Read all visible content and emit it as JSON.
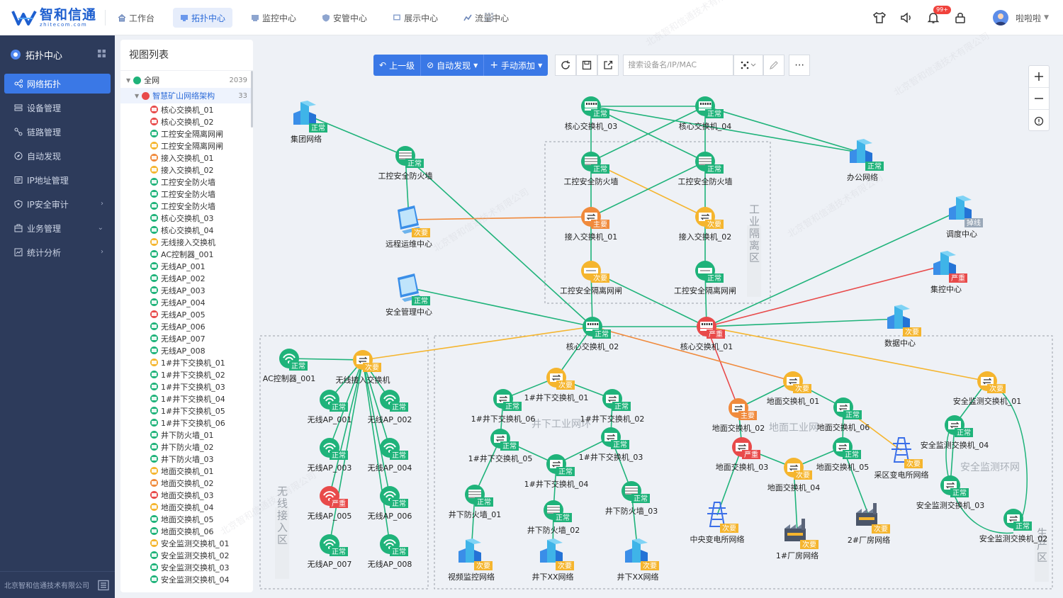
{
  "app": {
    "logo_text": "智和信通",
    "logo_sub": "zhitecom.com",
    "company": "北京智和信通技术有限公司"
  },
  "topnav": [
    {
      "label": "工作台",
      "icon": "home-icon"
    },
    {
      "label": "拓扑中心",
      "icon": "topology-icon",
      "active": true
    },
    {
      "label": "监控中心",
      "icon": "monitor-icon"
    },
    {
      "label": "安管中心",
      "icon": "shield-icon"
    },
    {
      "label": "展示中心",
      "icon": "display-icon"
    },
    {
      "label": "流量中心",
      "icon": "traffic-icon"
    }
  ],
  "user": {
    "name": "啦啦啦",
    "notif_badge": "99+"
  },
  "sidebar": {
    "title": "拓扑中心",
    "items": [
      {
        "label": "网络拓扑",
        "icon": "network-icon",
        "active": true
      },
      {
        "label": "设备管理",
        "icon": "device-icon"
      },
      {
        "label": "链路管理",
        "icon": "link-icon"
      },
      {
        "label": "自动发现",
        "icon": "discover-icon"
      },
      {
        "label": "IP地址管理",
        "icon": "ip-icon"
      },
      {
        "label": "IP安全审计",
        "icon": "audit-icon",
        "arrow": "›"
      },
      {
        "label": "业务管理",
        "icon": "business-icon",
        "arrow": "⌄"
      },
      {
        "label": "统计分析",
        "icon": "stats-icon",
        "arrow": "›"
      }
    ]
  },
  "viewlist": {
    "title": "视图列表",
    "root": {
      "label": "全网",
      "count": "2039"
    },
    "group": {
      "label": "智慧矿山网络架构",
      "count": "33"
    },
    "items": [
      {
        "label": "核心交换机_01",
        "color": "#e84a4a"
      },
      {
        "label": "核心交换机_02",
        "color": "#e84a4a"
      },
      {
        "label": "工控安全隔离网闸",
        "color": "#1fb37a"
      },
      {
        "label": "工控安全隔离网闸",
        "color": "#f5b52e"
      },
      {
        "label": "接入交换机_01",
        "color": "#f08a3c"
      },
      {
        "label": "接入交换机_02",
        "color": "#f5b52e"
      },
      {
        "label": "工控安全防火墙",
        "color": "#1fb37a"
      },
      {
        "label": "工控安全防火墙",
        "color": "#1fb37a"
      },
      {
        "label": "工控安全防火墙",
        "color": "#1fb37a"
      },
      {
        "label": "核心交换机_03",
        "color": "#1fb37a"
      },
      {
        "label": "核心交换机_04",
        "color": "#1fb37a"
      },
      {
        "label": "无线接入交换机",
        "color": "#f5b52e"
      },
      {
        "label": "AC控制器_001",
        "color": "#1fb37a"
      },
      {
        "label": "无线AP_001",
        "color": "#1fb37a"
      },
      {
        "label": "无线AP_002",
        "color": "#1fb37a"
      },
      {
        "label": "无线AP_003",
        "color": "#1fb37a"
      },
      {
        "label": "无线AP_004",
        "color": "#1fb37a"
      },
      {
        "label": "无线AP_005",
        "color": "#e84a4a"
      },
      {
        "label": "无线AP_006",
        "color": "#1fb37a"
      },
      {
        "label": "无线AP_007",
        "color": "#1fb37a"
      },
      {
        "label": "无线AP_008",
        "color": "#1fb37a"
      },
      {
        "label": "1#井下交换机_01",
        "color": "#f5b52e"
      },
      {
        "label": "1#井下交换机_02",
        "color": "#1fb37a"
      },
      {
        "label": "1#井下交换机_03",
        "color": "#1fb37a"
      },
      {
        "label": "1#井下交换机_04",
        "color": "#1fb37a"
      },
      {
        "label": "1#井下交换机_05",
        "color": "#1fb37a"
      },
      {
        "label": "1#井下交换机_06",
        "color": "#1fb37a"
      },
      {
        "label": "井下防火墙_01",
        "color": "#1fb37a"
      },
      {
        "label": "井下防火墙_02",
        "color": "#1fb37a"
      },
      {
        "label": "井下防火墙_03",
        "color": "#1fb37a"
      },
      {
        "label": "地面交换机_01",
        "color": "#f5b52e"
      },
      {
        "label": "地面交换机_02",
        "color": "#f08a3c"
      },
      {
        "label": "地面交换机_03",
        "color": "#e84a4a"
      },
      {
        "label": "地面交换机_04",
        "color": "#f5b52e"
      },
      {
        "label": "地面交换机_05",
        "color": "#1fb37a"
      },
      {
        "label": "地面交换机_06",
        "color": "#1fb37a"
      },
      {
        "label": "安全监测交换机_01",
        "color": "#f5b52e"
      },
      {
        "label": "安全监测交换机_02",
        "color": "#1fb37a"
      },
      {
        "label": "安全监测交换机_03",
        "color": "#1fb37a"
      },
      {
        "label": "安全监测交换机_04",
        "color": "#1fb37a"
      }
    ]
  },
  "toolbar": {
    "back": "上一级",
    "auto": "自动发现",
    "manual": "手动添加",
    "search_placeholder": "搜索设备名/IP/MAC"
  },
  "zones": [
    "工业隔离区",
    "无线接入区",
    "井下工业网环",
    "地面工业网",
    "安全监测环网",
    "生产区"
  ],
  "status": {
    "ok": "正常",
    "minor": "次要",
    "major": "主要",
    "critical": "严重",
    "offline": "掉线"
  },
  "nodes": {
    "group_net": "集团网络",
    "fw_top": "工控安全防火墙",
    "remote_ops": "远程运维中心",
    "sec_mgmt": "安全管理中心",
    "core03": "核心交换机_03",
    "core04": "核心交换机_04",
    "office": "办公网络",
    "ifw1": "工控安全防火墙",
    "ifw2": "工控安全防火墙",
    "acc01": "接入交换机_01",
    "acc02": "接入交换机_02",
    "gate1": "工控安全隔离网闸",
    "gate2": "工控安全隔离网闸",
    "dispatch": "调度中心",
    "control": "集控中心",
    "datacenter": "数据中心",
    "core02": "核心交换机_02",
    "core01": "核心交换机_01",
    "ac": "AC控制器_001",
    "wsw": "无线接入交换机",
    "ap1": "无线AP_001",
    "ap2": "无线AP_002",
    "ap3": "无线AP_003",
    "ap4": "无线AP_004",
    "ap5": "无线AP_005",
    "ap6": "无线AP_006",
    "ap7": "无线AP_007",
    "ap8": "无线AP_008",
    "u01": "1#井下交换机_01",
    "u02": "1#井下交换机_02",
    "u03": "1#井下交换机_03",
    "u04": "1#井下交换机_04",
    "u05": "1#井下交换机_05",
    "u06": "1#井下交换机_06",
    "f01": "井下防火墙_01",
    "f02": "井下防火墙_02",
    "f03": "井下防火墙_03",
    "video": "视频监控网络",
    "ux1": "井下XX网络",
    "ux2": "井下XX网络",
    "g01": "地面交换机_01",
    "g02": "地面交换机_02",
    "g03": "地面交换机_03",
    "g04": "地面交换机_04",
    "g05": "地面交换机_05",
    "g06": "地面交换机_06",
    "substation": "采区变电所网络",
    "central_sub": "中央变电所网络",
    "plant1": "1#厂房网络",
    "plant2": "2#厂房网络",
    "s01": "安全监测交换机_01",
    "s02": "安全监测交换机_02",
    "s03": "安全监测交换机_03",
    "s04": "安全监测交换机_04"
  }
}
